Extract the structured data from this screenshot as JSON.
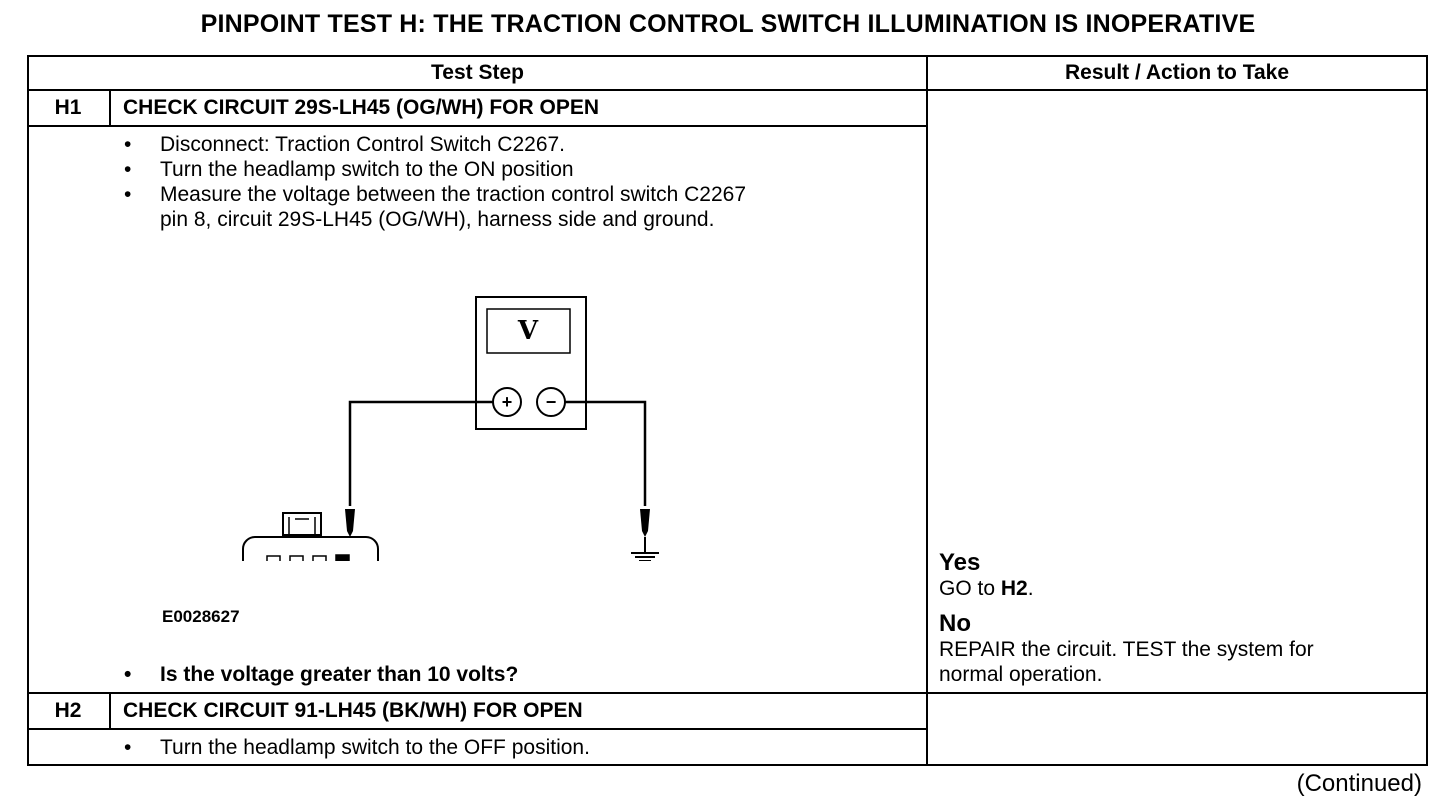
{
  "title": "PINPOINT TEST  H: THE TRACTION CONTROL SWITCH ILLUMINATION IS INOPERATIVE",
  "table": {
    "headers": {
      "test_step": "Test Step",
      "result": "Result / Action to Take"
    },
    "steps": [
      {
        "id": "H1",
        "heading": "CHECK CIRCUIT 29S-LH45 (OG/WH) FOR OPEN",
        "bullets": [
          "Disconnect: Traction Control Switch C2267.",
          "Turn the headlamp switch to the ON position",
          "Measure the voltage between the traction control switch C2267",
          "pin 8, circuit 29S-LH45 (OG/WH), harness side and ground."
        ],
        "figure": {
          "meter_symbol": "V",
          "plus": "+",
          "minus": "−",
          "id": "E0028627"
        },
        "question": "Is the voltage greater than 10 volts?",
        "results": {
          "yes_label": "Yes",
          "yes_text_prefix": "GO to ",
          "yes_text_target": "H2",
          "yes_text_suffix": ".",
          "no_label": "No",
          "no_text_line1": "REPAIR the circuit. TEST the system for",
          "no_text_line2": "normal operation."
        }
      },
      {
        "id": "H2",
        "heading": "CHECK CIRCUIT 91-LH45 (BK/WH) FOR OPEN",
        "bullets": [
          "Turn the headlamp switch to the OFF position."
        ]
      }
    ]
  },
  "footer": {
    "continued": "(Continued)"
  }
}
